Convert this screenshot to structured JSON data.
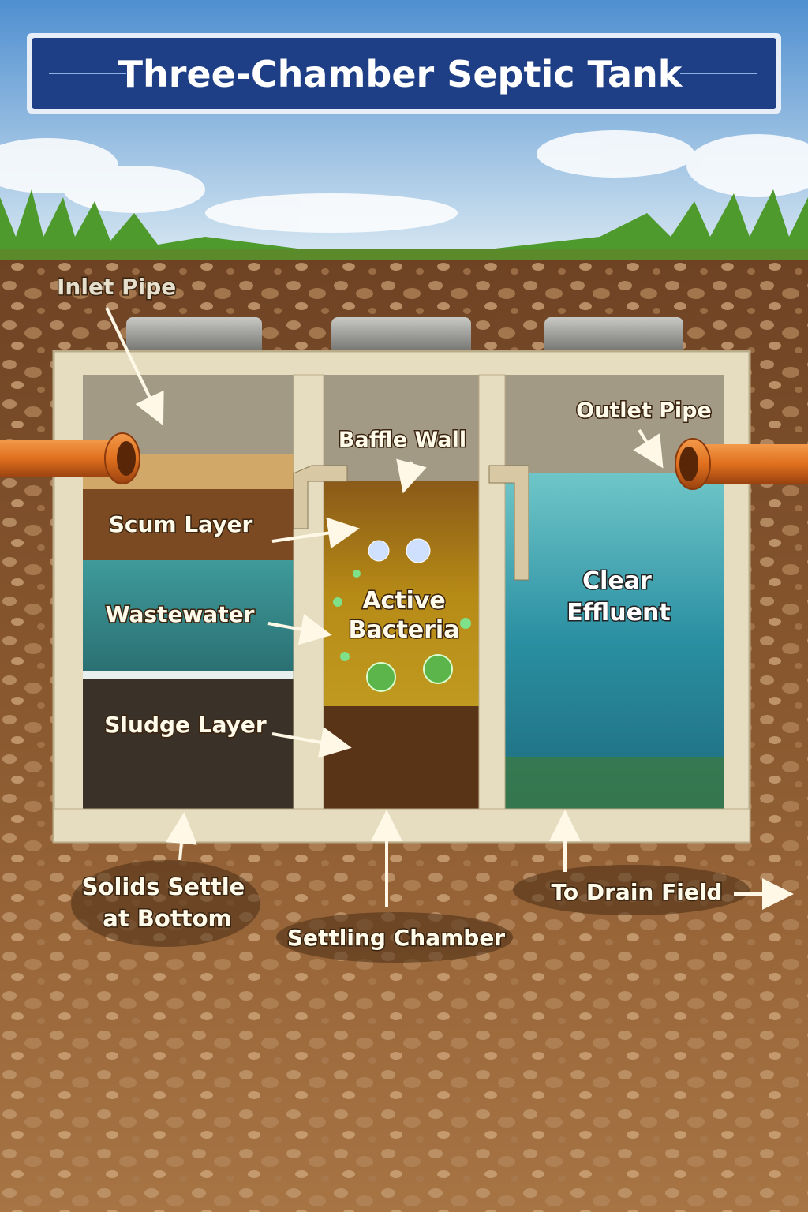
{
  "title": "Three-Chamber Septic Tank",
  "labels": {
    "inlet_pipe": "Inlet Pipe",
    "outlet_pipe": "Outlet Pipe",
    "baffle_wall": "Baffle Wall",
    "scum_layer": "Scum Layer",
    "wastewater": "Wastewater",
    "sludge_layer": "Sludge Layer",
    "active_bacteria_1": "Active",
    "active_bacteria_2": "Bacteria",
    "clear_effluent_1": "Clear",
    "clear_effluent_2": "Effluent",
    "solids_settle_1": "Solids Settle",
    "solids_settle_2": "at Bottom",
    "settling_chamber": "Settling Chamber",
    "to_drain_field": "To Drain Field"
  },
  "colors": {
    "title_banner": "#1e3f86",
    "pipe": "#e0701e",
    "concrete": "#e6dcc0",
    "soil": "#8a5a30",
    "wastewater": "#2f8a8a",
    "effluent": "#2f9aa8",
    "bacteria_zone": "#a07818",
    "sludge": "#3a3228"
  }
}
